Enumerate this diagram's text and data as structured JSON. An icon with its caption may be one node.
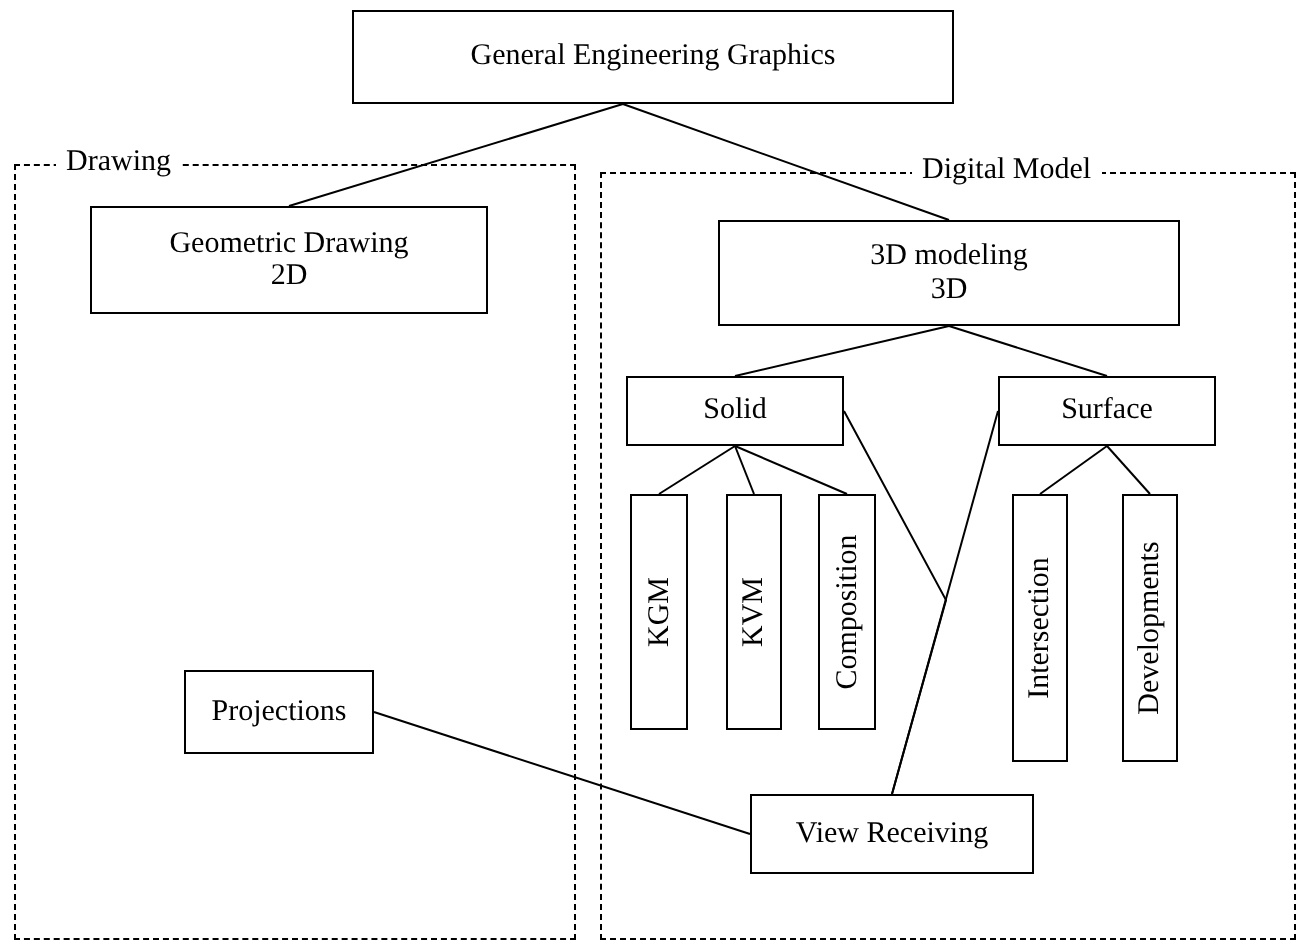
{
  "diagram": {
    "nodes": [
      {
        "text": [
          "General Engineering Graphics"
        ]
      },
      {
        "text": [
          "Drawing"
        ]
      },
      {
        "text": [
          "Geometric Drawing 2D"
        ],
        "in": 1
      },
      {
        "text": [
          "Projections"
        ],
        "in": 1
      },
      {
        "text": [
          "Digital Model"
        ]
      },
      {
        "text": [
          "3D modeling 3D"
        ],
        "in": 4
      },
      {
        "text": [
          "Solid"
        ],
        "in": 4
      },
      {
        "text": [
          "Surface"
        ],
        "in": 4
      },
      {
        "text": [
          "KGM"
        ],
        "in": 4
      },
      {
        "text": [
          "KVM"
        ],
        "in": 4
      },
      {
        "text": [
          "Composition"
        ],
        "in": 4
      },
      {
        "text": [
          "Intersection"
        ],
        "in": 4
      },
      {
        "text": [
          "Developments"
        ],
        "in": 4
      },
      {
        "text": [
          "View Receiving"
        ],
        "in": 4
      }
    ],
    "edges": [
      {
        "from": 0,
        "to": 2,
        "arrow": "none"
      },
      {
        "from": 0,
        "to": 5,
        "arrow": "none"
      },
      {
        "from": 5,
        "to": 6,
        "arrow": "none"
      },
      {
        "from": 5,
        "to": 7,
        "arrow": "none"
      },
      {
        "from": 6,
        "to": 8,
        "arrow": "none"
      },
      {
        "from": 6,
        "to": 9,
        "arrow": "none"
      },
      {
        "from": 6,
        "to": 10,
        "arrow": "none"
      },
      {
        "from": 7,
        "to": 11,
        "arrow": "none"
      },
      {
        "from": 7,
        "to": 12,
        "arrow": "none"
      },
      {
        "from": 6,
        "to": 13,
        "arrow": "none"
      },
      {
        "from": 7,
        "to": 13,
        "arrow": "none"
      },
      {
        "from": 3,
        "to": 13,
        "arrow": "none"
      }
    ]
  }
}
